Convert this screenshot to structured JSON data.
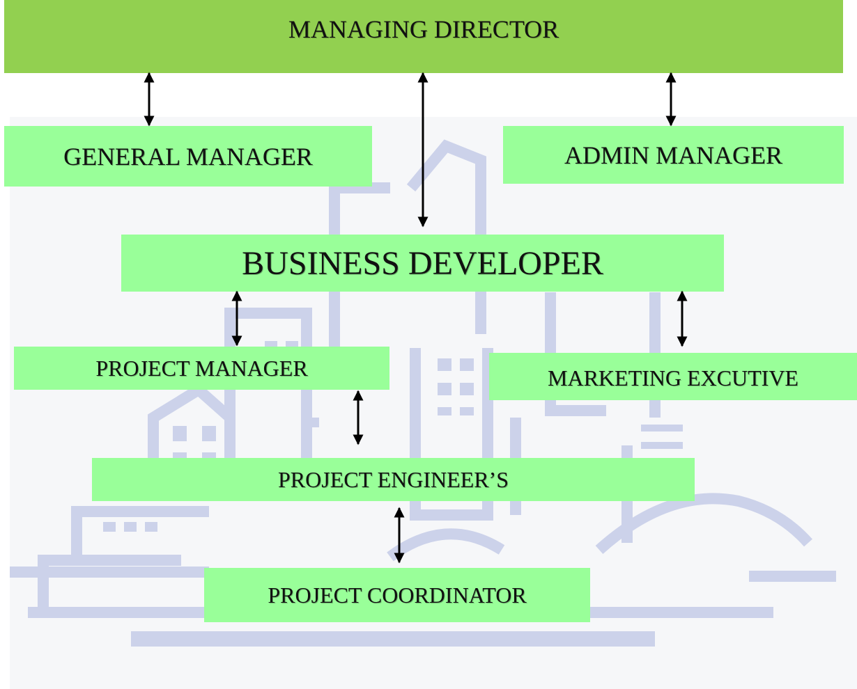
{
  "nodes": {
    "managing_director": "MANAGING DIRECTOR",
    "general_manager": "GENERAL MANAGER",
    "admin_manager": "ADMIN MANAGER",
    "business_developer": "BUSINESS DEVELOPER",
    "project_manager": "PROJECT MANAGER",
    "marketing_executive": "MARKETING EXCUTIVE",
    "project_engineers": "PROJECT ENGINEER’S",
    "project_coordinator": "PROJECT COORDINATOR"
  },
  "connections": [
    {
      "from": "MANAGING DIRECTOR",
      "to": "GENERAL MANAGER",
      "style": "double-arrow"
    },
    {
      "from": "MANAGING DIRECTOR",
      "to": "BUSINESS DEVELOPER",
      "style": "double-arrow"
    },
    {
      "from": "MANAGING DIRECTOR",
      "to": "ADMIN MANAGER",
      "style": "double-arrow"
    },
    {
      "from": "BUSINESS DEVELOPER",
      "to": "PROJECT MANAGER",
      "style": "double-arrow"
    },
    {
      "from": "BUSINESS DEVELOPER",
      "to": "MARKETING EXCUTIVE",
      "style": "double-arrow"
    },
    {
      "from": "PROJECT MANAGER",
      "to": "PROJECT ENGINEER’S",
      "style": "double-arrow"
    },
    {
      "from": "PROJECT ENGINEER’S",
      "to": "PROJECT COORDINATOR",
      "style": "double-arrow"
    }
  ],
  "colors": {
    "top_box": "#92d050",
    "level_box": "#99ff99",
    "watermark": "#c9cfe8",
    "arrow": "#000000"
  },
  "background": "faded-city-buildings-watermark"
}
